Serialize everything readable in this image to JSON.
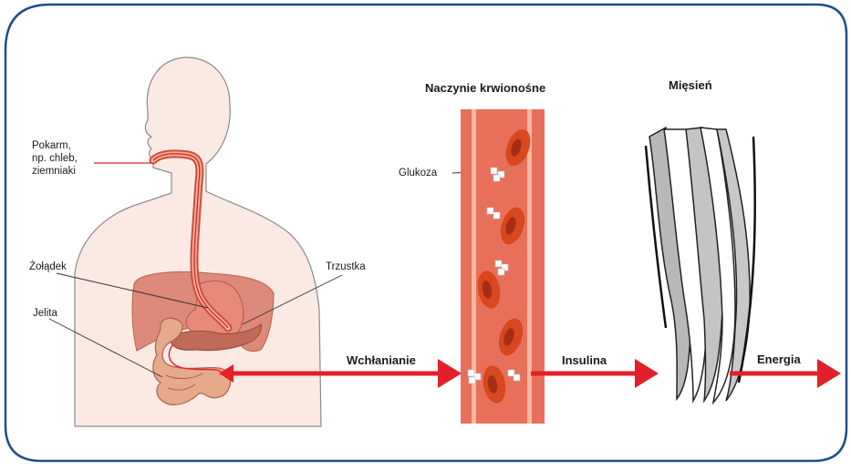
{
  "headings": {
    "vessel": "Naczynie krwionośne",
    "muscle": "Mięsień"
  },
  "labels": {
    "food_line1": "Pokarm,",
    "food_line2": "np. chleb,",
    "food_line3": "ziemniaki",
    "stomach": "Żołądek",
    "intestines": "Jelita",
    "pancreas": "Trzustka",
    "glucose": "Glukoza"
  },
  "arrows": {
    "absorption": "Wchłanianie",
    "insulin": "Insulina",
    "energy": "Energia"
  },
  "colors": {
    "frame_border": "#1f4e8c",
    "arrow": "#e3202a",
    "body_fill": "#fbe9e4",
    "vessel": "#e8705a",
    "cell": "#d9471f"
  }
}
